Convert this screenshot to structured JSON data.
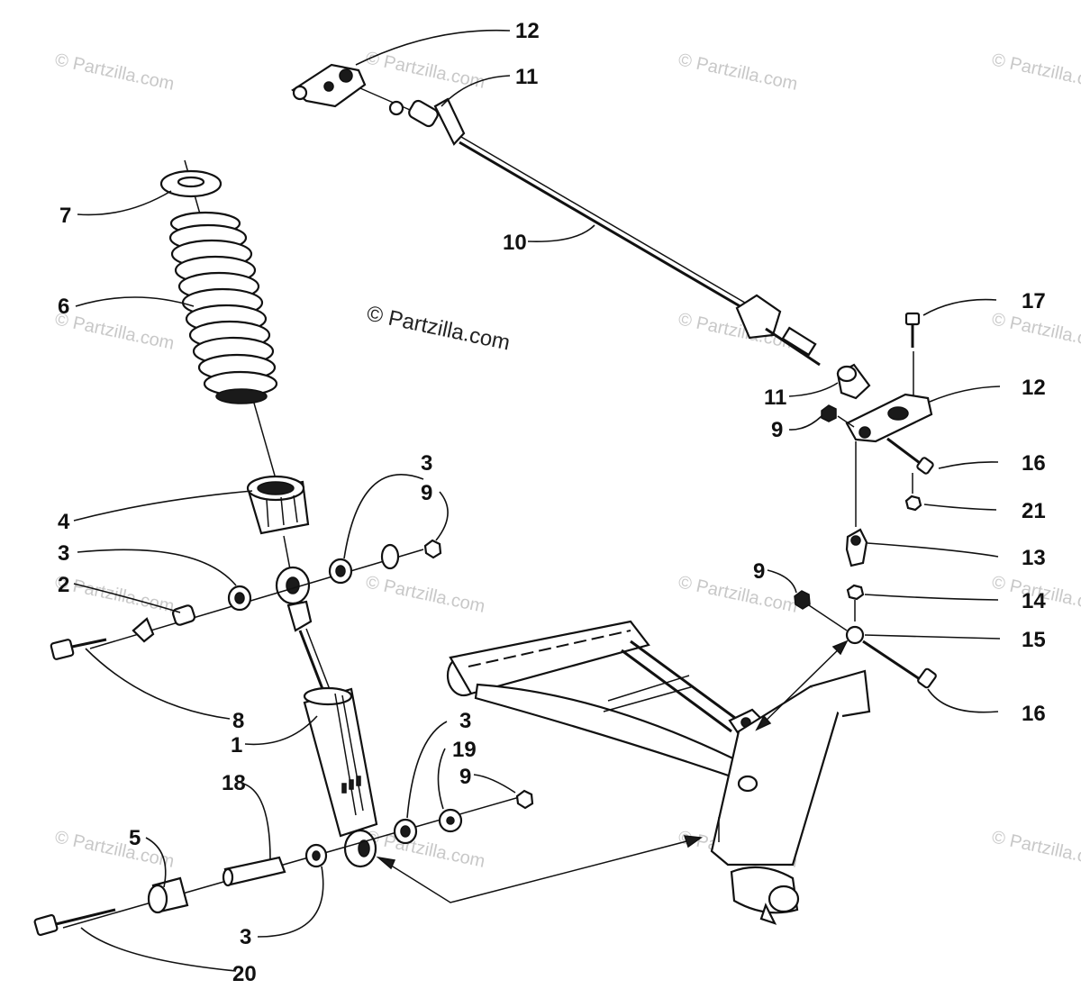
{
  "copyright_text": "© Partzilla.com",
  "watermark_text": "© Partzilla.com",
  "callouts": [
    {
      "id": "c12-top",
      "number": "12"
    },
    {
      "id": "c11-top",
      "number": "11"
    },
    {
      "id": "c7",
      "number": "7"
    },
    {
      "id": "c10",
      "number": "10"
    },
    {
      "id": "c6",
      "number": "6"
    },
    {
      "id": "c17",
      "number": "17"
    },
    {
      "id": "c11-right",
      "number": "11"
    },
    {
      "id": "c12-right",
      "number": "12"
    },
    {
      "id": "c9-right",
      "number": "9"
    },
    {
      "id": "c16-top",
      "number": "16"
    },
    {
      "id": "c3-upper",
      "number": "3"
    },
    {
      "id": "c9-upper",
      "number": "9"
    },
    {
      "id": "c21",
      "number": "21"
    },
    {
      "id": "c4",
      "number": "4"
    },
    {
      "id": "c3-left",
      "number": "3"
    },
    {
      "id": "c2",
      "number": "2"
    },
    {
      "id": "c13",
      "number": "13"
    },
    {
      "id": "c9-mid",
      "number": "9"
    },
    {
      "id": "c14",
      "number": "14"
    },
    {
      "id": "c15",
      "number": "15"
    },
    {
      "id": "c8",
      "number": "8"
    },
    {
      "id": "c16-bottom",
      "number": "16"
    },
    {
      "id": "c3-lower",
      "number": "3"
    },
    {
      "id": "c1",
      "number": "1"
    },
    {
      "id": "c19",
      "number": "19"
    },
    {
      "id": "c18",
      "number": "18"
    },
    {
      "id": "c9-lower",
      "number": "9"
    },
    {
      "id": "c5",
      "number": "5"
    },
    {
      "id": "c3-bottom",
      "number": "3"
    },
    {
      "id": "c20",
      "number": "20"
    }
  ]
}
